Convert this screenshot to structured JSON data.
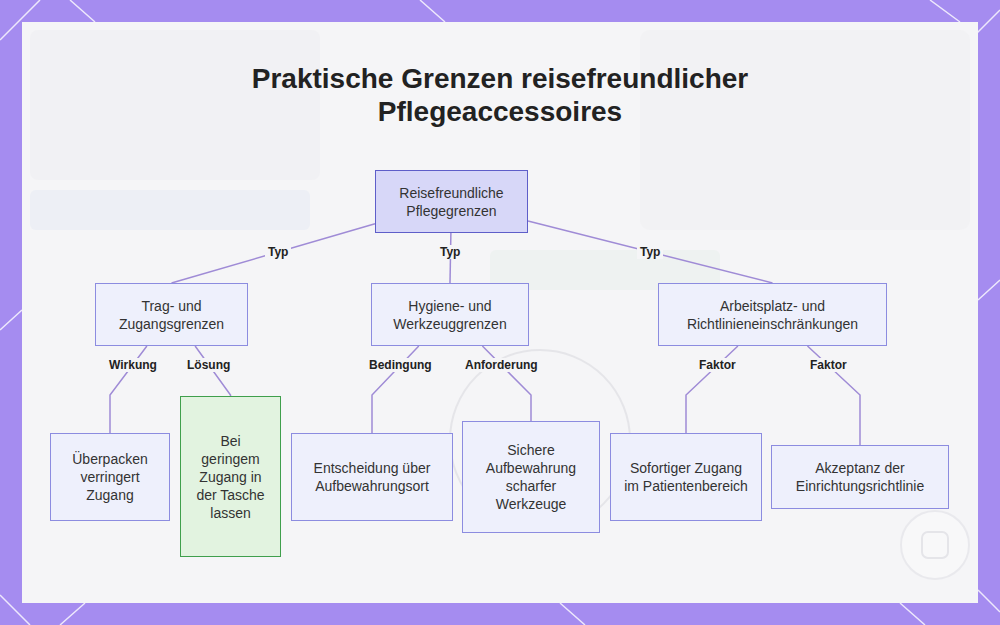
{
  "diagram": {
    "title": "Praktische Grenzen reisefreundlicher Pflegeaccessoires",
    "nodes": [
      {
        "text": [
          "Reisefreundliche Pflegegrenzen"
        ]
      },
      {
        "text": [
          "Trag- und Zugangsgrenzen"
        ]
      },
      {
        "text": [
          "Hygiene- und Werkzeuggrenzen"
        ]
      },
      {
        "text": [
          "Arbeitsplatz- und Richtlinieneinschränkungen"
        ]
      },
      {
        "text": [
          "Überpacken verringert Zugang"
        ]
      },
      {
        "text": [
          "Bei geringem Zugang in der Tasche lassen"
        ]
      },
      {
        "text": [
          "Entscheidung über Aufbewahrungsort"
        ]
      },
      {
        "text": [
          "Sichere Aufbewahrung scharfer Werkzeuge"
        ]
      },
      {
        "text": [
          "Sofortiger Zugang im Patientenbereich"
        ]
      },
      {
        "text": [
          "Akzeptanz der Einrichtungsrichtlinie"
        ]
      }
    ],
    "edges": [
      {
        "from": 0,
        "to": 1,
        "arrow": "none",
        "label": "Typ"
      },
      {
        "from": 0,
        "to": 2,
        "arrow": "none",
        "label": "Typ"
      },
      {
        "from": 0,
        "to": 3,
        "arrow": "none",
        "label": "Typ"
      },
      {
        "from": 1,
        "to": 4,
        "arrow": "none",
        "label": "Wirkung"
      },
      {
        "from": 1,
        "to": 5,
        "arrow": "none",
        "label": "Lösung"
      },
      {
        "from": 2,
        "to": 6,
        "arrow": "none",
        "label": "Bedingung"
      },
      {
        "from": 2,
        "to": 7,
        "arrow": "none",
        "label": "Anforderung"
      },
      {
        "from": 3,
        "to": 8,
        "arrow": "none",
        "label": "Faktor"
      },
      {
        "from": 3,
        "to": 9,
        "arrow": "none",
        "label": "Faktor"
      }
    ]
  }
}
